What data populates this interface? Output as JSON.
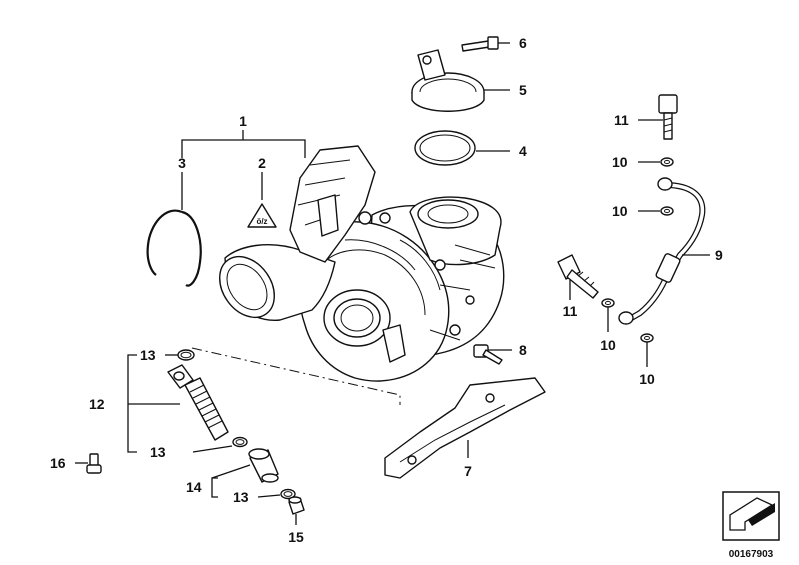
{
  "diagram": {
    "labels": {
      "l1": "1",
      "l2": "2",
      "l3": "3",
      "l4": "4",
      "l5": "5",
      "l6": "6",
      "l7": "7",
      "l8": "8",
      "l9": "9",
      "l10a": "10",
      "l10b": "10",
      "l10c": "10",
      "l10d": "10",
      "l11a": "11",
      "l11b": "11",
      "l12": "12",
      "l13a": "13",
      "l13b": "13",
      "l13c": "13",
      "l14": "14",
      "l15": "15",
      "l16": "16"
    },
    "warning_sign_text": "ö/z",
    "document_number": "00167903"
  }
}
